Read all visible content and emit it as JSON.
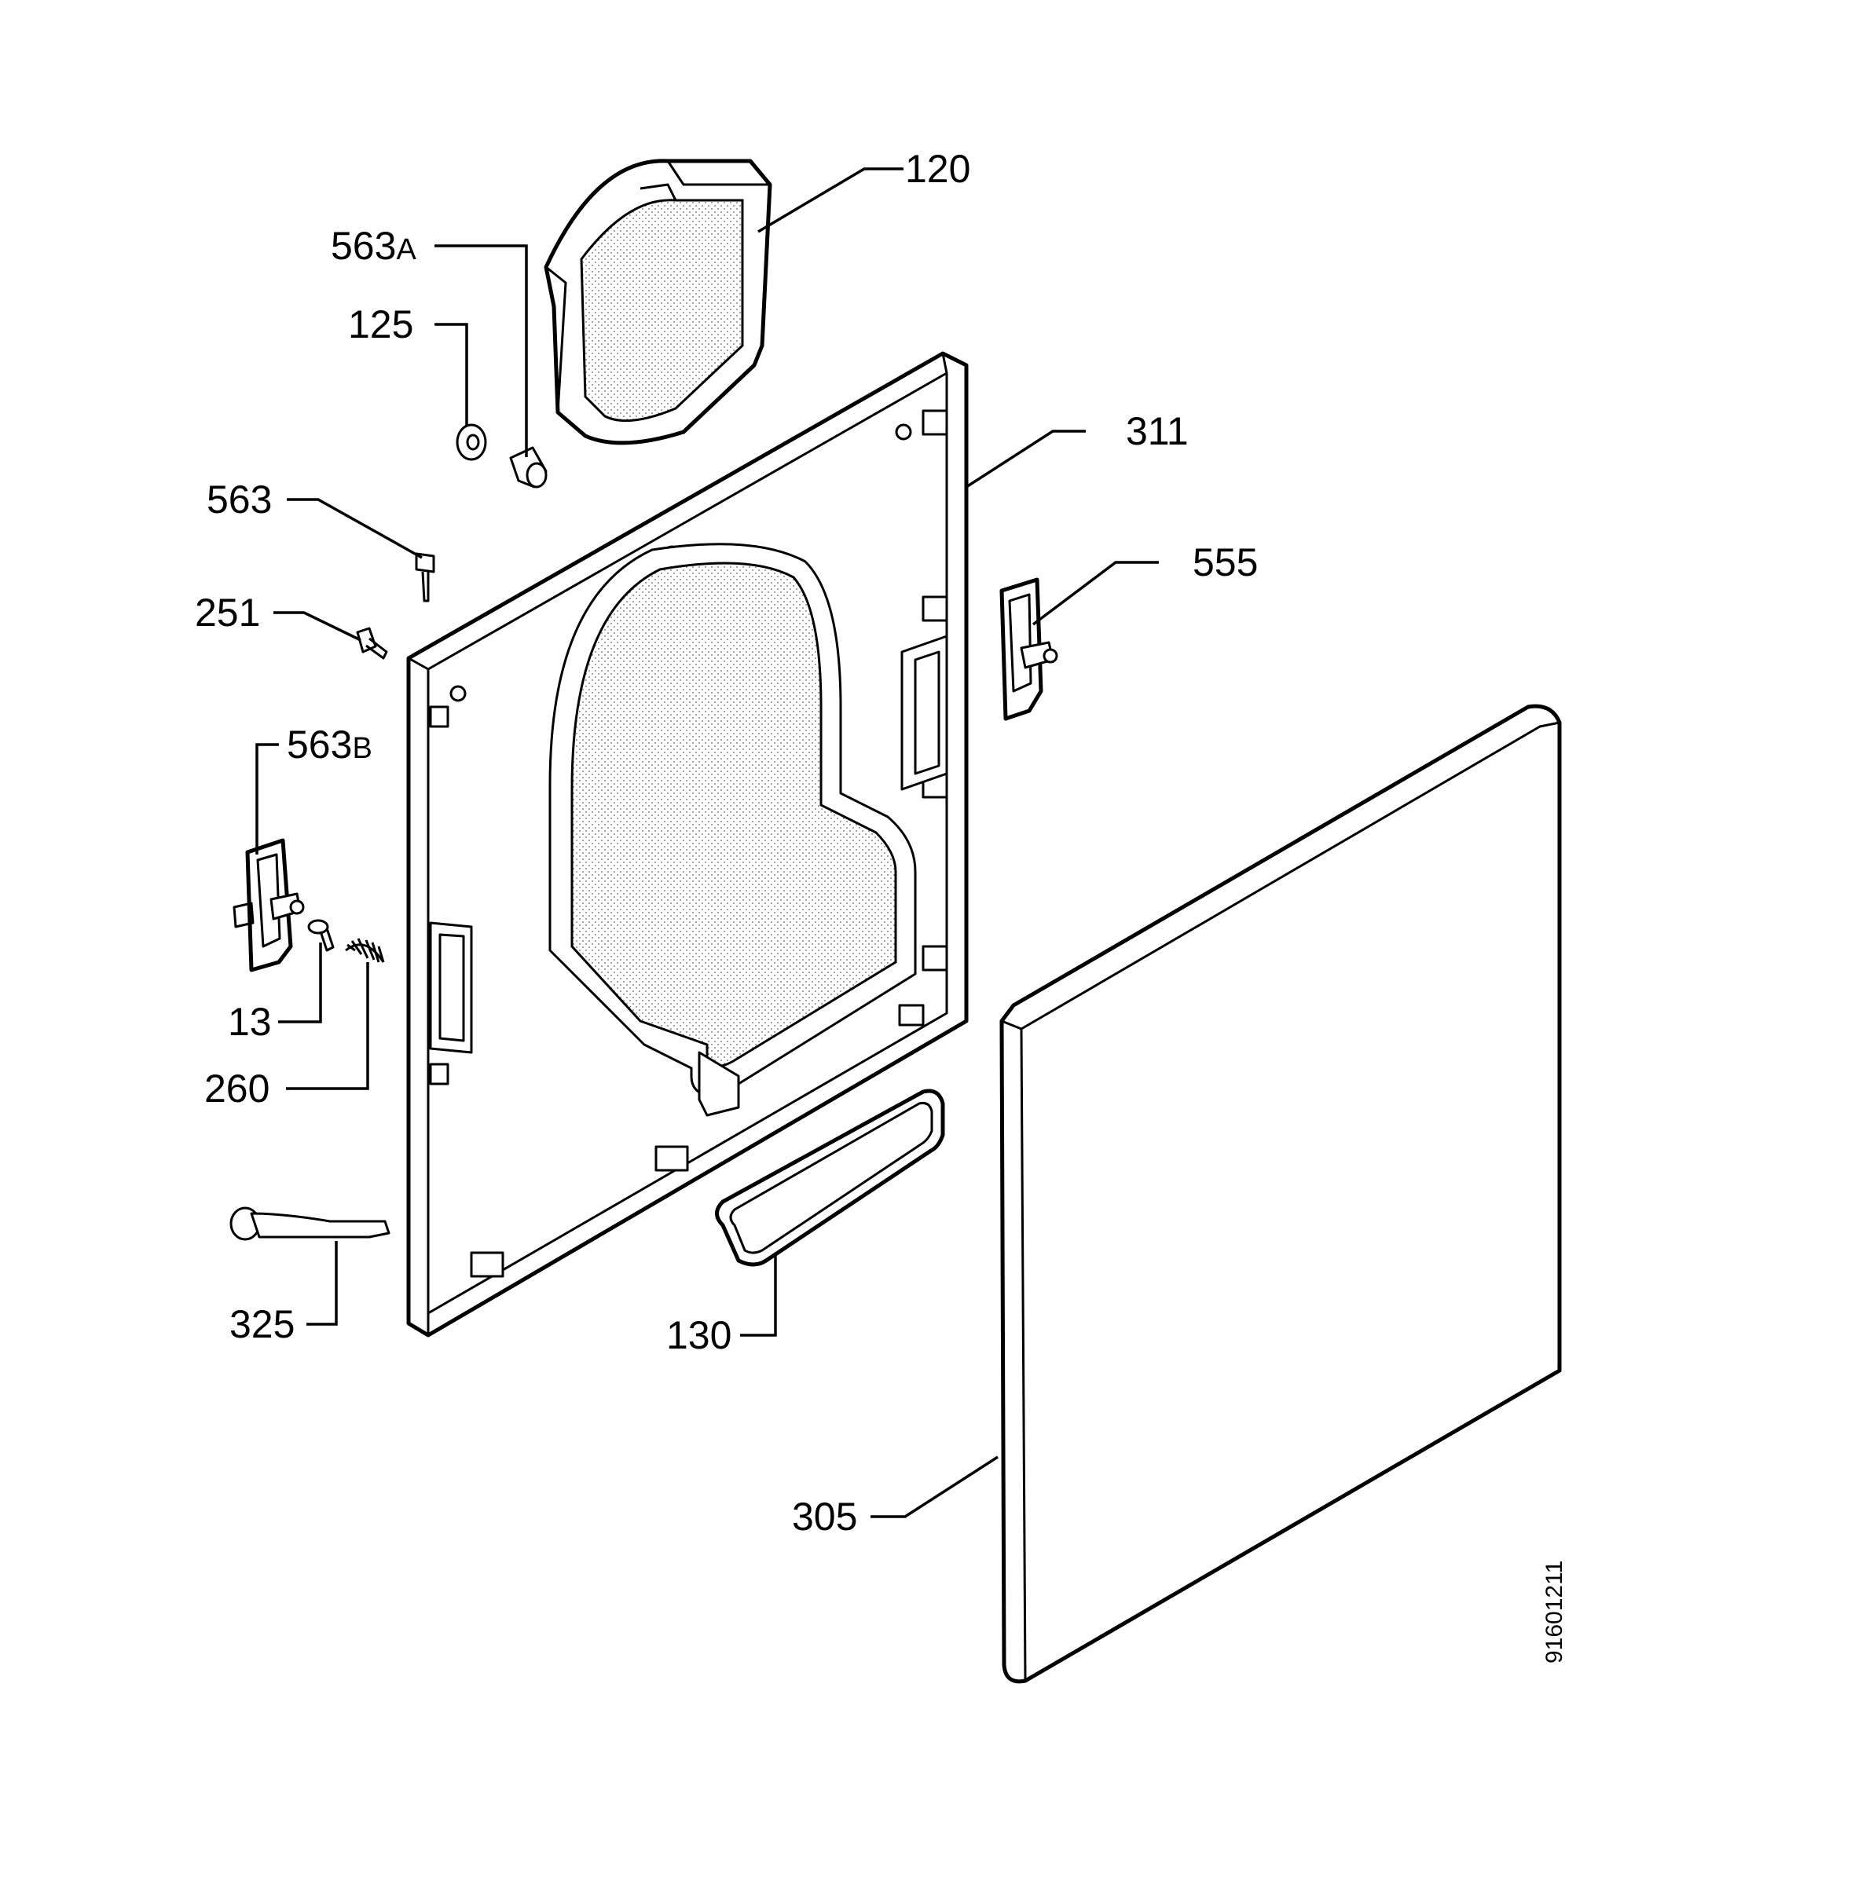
{
  "diagram": {
    "drawing_code": "91601211",
    "callouts": [
      {
        "id": "120",
        "number": "120",
        "suffix": ""
      },
      {
        "id": "563A",
        "number": "563",
        "suffix": "A"
      },
      {
        "id": "125",
        "number": "125",
        "suffix": ""
      },
      {
        "id": "311",
        "number": "311",
        "suffix": ""
      },
      {
        "id": "563",
        "number": "563",
        "suffix": ""
      },
      {
        "id": "555",
        "number": "555",
        "suffix": ""
      },
      {
        "id": "251",
        "number": "251",
        "suffix": ""
      },
      {
        "id": "563B",
        "number": "563",
        "suffix": "B"
      },
      {
        "id": "13",
        "number": "13",
        "suffix": ""
      },
      {
        "id": "260",
        "number": "260",
        "suffix": ""
      },
      {
        "id": "325",
        "number": "325",
        "suffix": ""
      },
      {
        "id": "130",
        "number": "130",
        "suffix": ""
      },
      {
        "id": "305",
        "number": "305",
        "suffix": ""
      }
    ]
  }
}
